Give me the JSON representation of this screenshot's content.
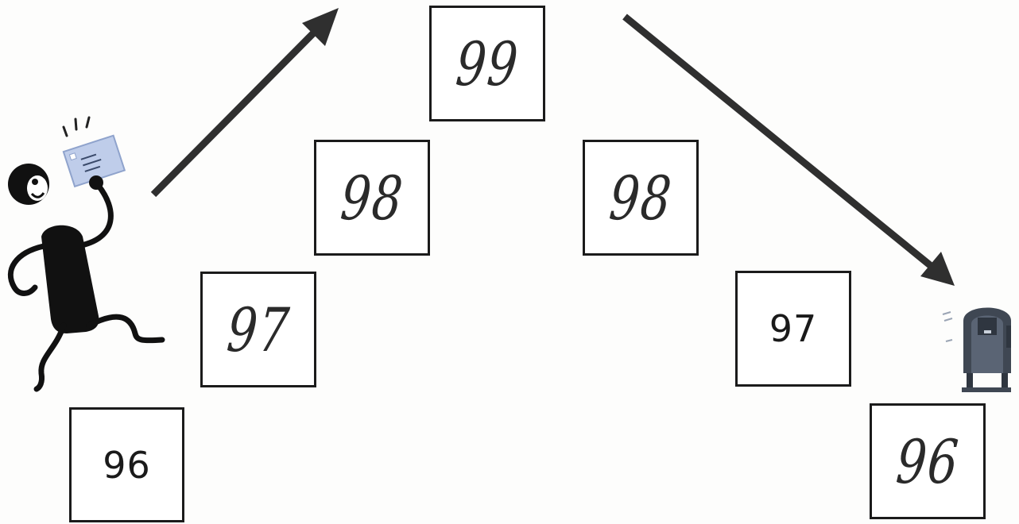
{
  "boxes": {
    "left_1": "96",
    "left_2": "97",
    "left_3": "98",
    "top": "99",
    "right_3": "98",
    "right_2": "97",
    "right_1": "96"
  },
  "icons": {
    "runner": "person-running-with-letter-icon",
    "mailbox": "mailbox-icon",
    "up_arrow": "arrow-up-right-icon",
    "down_arrow": "arrow-down-right-icon"
  },
  "colors": {
    "ink": "#1b1b1b",
    "arrow": "#2f2f2f",
    "envelope": "#b9c8e8",
    "mailbox": "#3f4753"
  }
}
